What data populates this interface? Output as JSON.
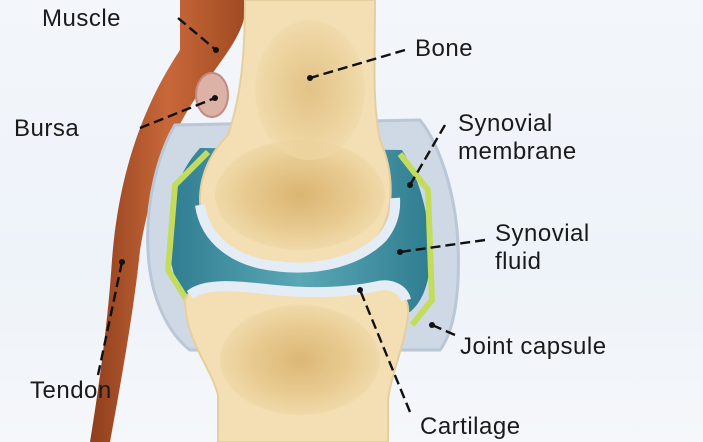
{
  "labels": {
    "muscle": "Muscle",
    "bone": "Bone",
    "bursa": "Bursa",
    "synovial_membrane_line1": "Synovial",
    "synovial_membrane_line2": "membrane",
    "synovial_fluid_line1": "Synovial",
    "synovial_fluid_line2": "fluid",
    "joint_capsule": "Joint capsule",
    "tendon": "Tendon",
    "cartilage": "Cartilage"
  },
  "colors": {
    "bone_spongy": "#f2dcad",
    "bone_marrow": "#d9b46e",
    "cartilage": "#dfe8f0",
    "synovial_fluid": "#3d8ea0",
    "synovial_membrane": "#b8d35a",
    "joint_capsule": "#c9d5e2",
    "muscle": "#b85a2e",
    "bursa": "#d6a39a",
    "leader_line": "#111111"
  }
}
